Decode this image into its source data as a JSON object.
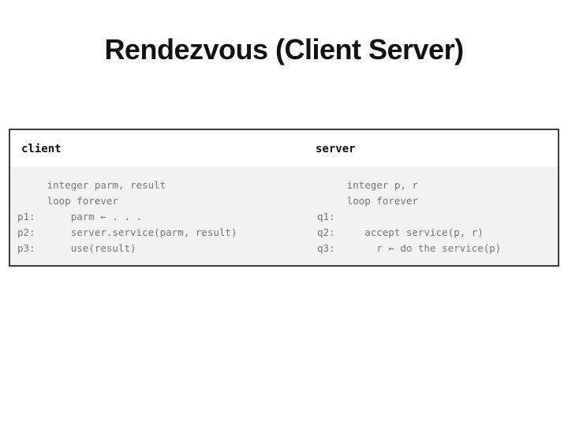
{
  "title": "Rendezvous (Client Server)",
  "figure": {
    "client": {
      "header": "client",
      "rows": [
        "     integer parm, result",
        "     loop forever",
        "p1:      parm ← . . .",
        "p2:      server.service(parm, result)",
        "p3:      use(result)"
      ]
    },
    "server": {
      "header": "server",
      "rows": [
        "     integer p, r",
        "     loop forever",
        "q1:",
        "q2:     accept service(p, r)",
        "q3:       r ← do the service(p)"
      ]
    }
  },
  "colors": {
    "slide_background": "#ffffff",
    "figure_border": "#3f3f3f",
    "figure_header_background": "#ffffff",
    "figure_body_background": "#f2f2f2",
    "header_text": "#111111",
    "code_text": "#757575",
    "title_text": "#121212"
  }
}
